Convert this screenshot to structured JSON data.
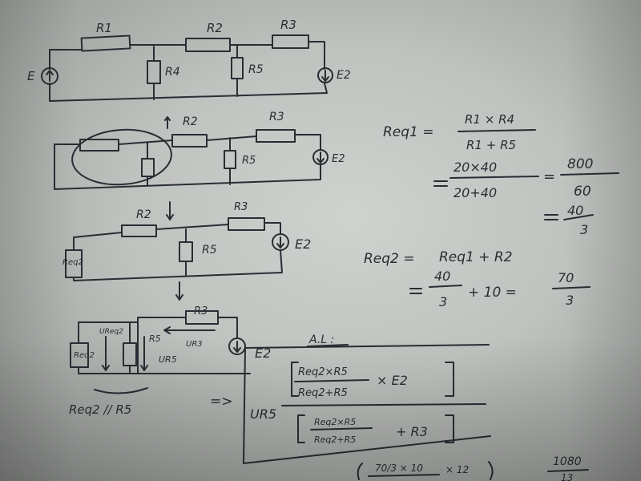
{
  "circuit1": {
    "labels": {
      "r1": "R1",
      "r2": "R2",
      "r3": "R3",
      "r4": "R4",
      "r5": "R5",
      "e1": "E",
      "e2": "E2"
    }
  },
  "circuit2": {
    "labels": {
      "r2": "R2",
      "r3": "R3",
      "r5": "R5",
      "e2": "E2"
    }
  },
  "circuit3": {
    "labels": {
      "req2": "Req2",
      "r2": "R2",
      "r3": "R3",
      "r5": "R5",
      "e2": "E2"
    }
  },
  "circuit4": {
    "labels": {
      "req2": "Req2",
      "r3": "R3",
      "r5": "R5",
      "e2": "E2",
      "ureq2": "UReq2",
      "ur3": "UR3",
      "ur5": "UR5"
    },
    "parallel_note": "Req2 // R5"
  },
  "equations": {
    "req1_lhs": "Req1 =",
    "req1_num": "R1 × R4",
    "req1_den": "R1 + R5",
    "req1_step_num": "20×40",
    "req1_step_den": "20+40",
    "req1_step_eq": "=",
    "req1_result_num": "800",
    "req1_result_den": "60",
    "req1_simplified_num": "40",
    "req1_simplified_den": "3",
    "req2_lhs": "Req2 =",
    "req2_rhs": "Req1 + R2",
    "req2_step_num": "40",
    "req2_step_den": "3",
    "req2_step_mid": "+ 10 =",
    "req2_result_num": "70",
    "req2_result_den": "3",
    "an_label": "A.L :",
    "implies": "=>",
    "ur5": "UR5",
    "big_num_a": "Req2×R5",
    "big_num_b": "Req2+R5",
    "big_num_times": "× E2",
    "big_den_a": "Req2×R5",
    "big_den_b": "Req2+R5",
    "big_den_plus": "+ R3",
    "bottom_frac": "70/3 × 10",
    "bottom_times": "× 12",
    "bottom_right_num": "1080",
    "bottom_right_den": "13"
  }
}
